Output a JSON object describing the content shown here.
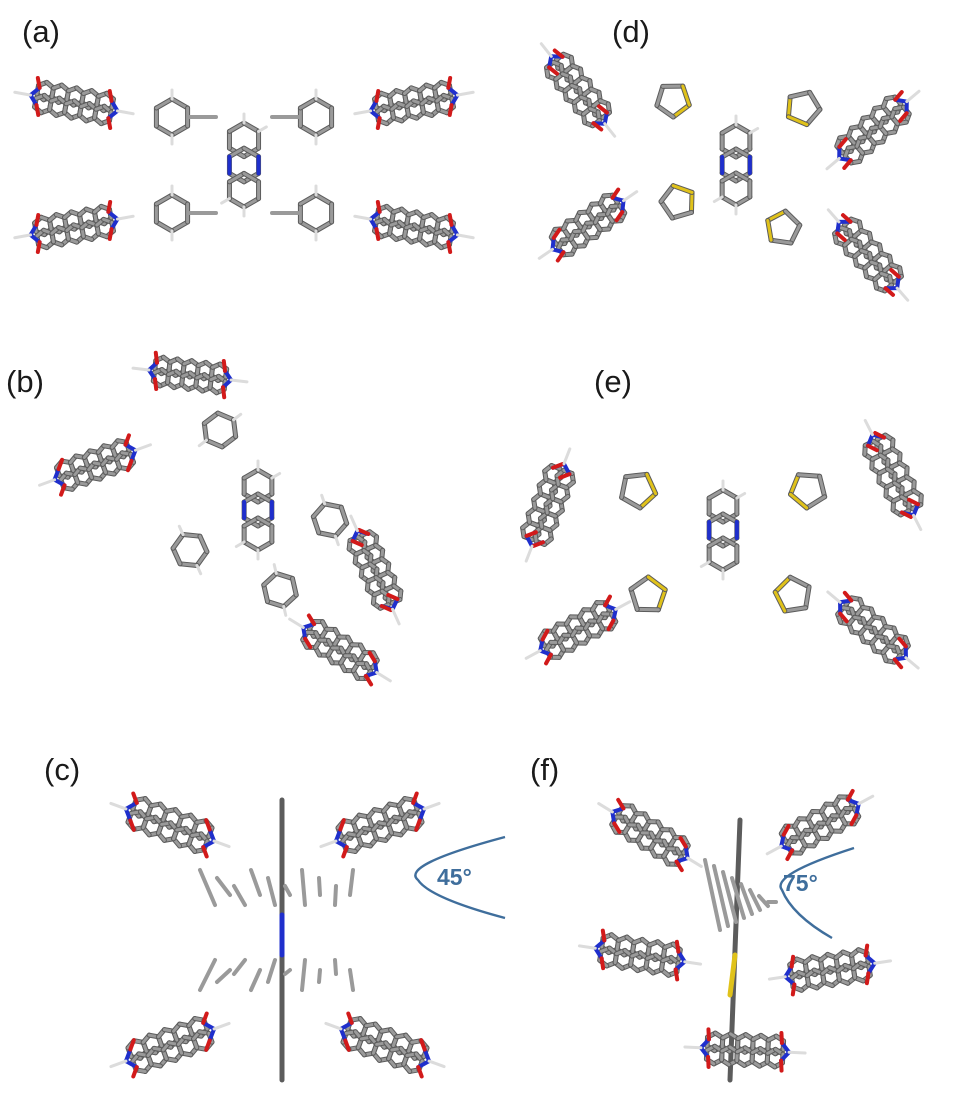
{
  "figure": {
    "panels": [
      {
        "id": "a",
        "label": "(a)"
      },
      {
        "id": "b",
        "label": "(b)"
      },
      {
        "id": "c",
        "label": "(c)",
        "angle": "45°"
      },
      {
        "id": "d",
        "label": "(d)"
      },
      {
        "id": "e",
        "label": "(e)"
      },
      {
        "id": "f",
        "label": "(f)",
        "angle": "75°"
      }
    ],
    "colors": {
      "carbon": "#9a9a9a",
      "carbon_dark": "#5c5c5c",
      "hydrogen": "#dcdcdc",
      "nitrogen": "#1f2fcc",
      "oxygen": "#d21a1a",
      "sulfur": "#e0c21a",
      "angle_arc": "#3f6e9c",
      "angle_text": "#3f6e9c"
    }
  }
}
